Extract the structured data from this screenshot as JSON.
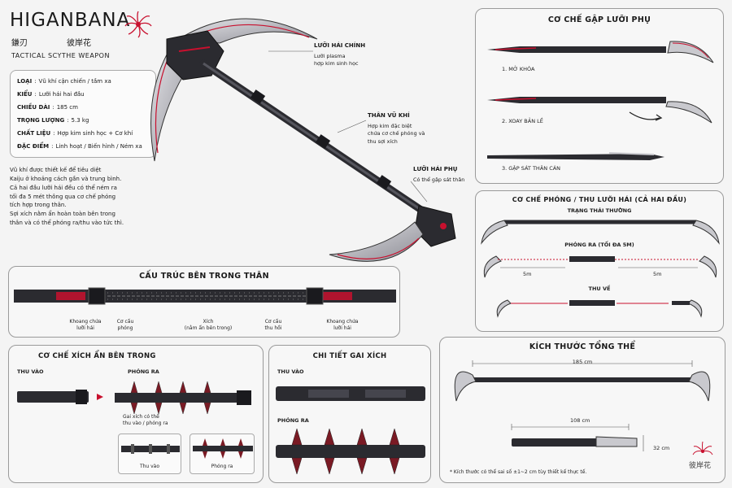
{
  "header": {
    "title": "HIGANBANA",
    "japanese_logo": "彼岸花",
    "sub_stylized": "鎌刃",
    "subtitle": "TACTICAL SCYTHE WEAPON"
  },
  "specs": [
    {
      "key": "LOẠI",
      "value": "Vũ khí cận chiến / tầm xa"
    },
    {
      "key": "KIỂU",
      "value": "Lưỡi hái hai đầu"
    },
    {
      "key": "CHIỀU DÀI",
      "value": "185 cm"
    },
    {
      "key": "TRỌNG LƯỢNG",
      "value": "5.3 kg"
    },
    {
      "key": "CHẤT LIỆU",
      "value": "Hợp kim sinh học + Cơ khí"
    },
    {
      "key": "ĐẶC ĐIỂM",
      "value": "Linh hoạt / Biến hình / Ném xa"
    }
  ],
  "description": [
    "Vũ khí được thiết kế để tiêu diệt",
    "Kaiju ở khoảng cách gần và trung bình.",
    "Cả hai đầu lưỡi hái đều có thể ném ra",
    "tối đa 5 mét thông qua cơ chế phóng",
    "tích hợp trong thân.",
    "Sợi xích nằm ẩn hoàn toàn bên trong",
    "thân và có thể phóng ra/thu vào tức thì."
  ],
  "callouts": {
    "main_blade": {
      "title": "LƯỠI HÁI CHÍNH",
      "lines": [
        "Lưỡi plasma",
        "hợp kim sinh học"
      ]
    },
    "body": {
      "title": "THÂN VŨ KHÍ",
      "lines": [
        "Hợp kim đặc biệt",
        "chứa cơ chế phóng và",
        "thu sợi xích"
      ]
    },
    "sub_blade": {
      "title": "LƯỠI HÁI PHỤ",
      "lines": [
        "Có thể gập sát thân"
      ]
    }
  },
  "fold_panel": {
    "title": "CƠ CHẾ GẬP LƯỠI PHỤ",
    "steps": [
      "1. MỞ KHÓA",
      "2. XOAY BẢN LỀ",
      "3. GẬP SÁT THÂN CÁN"
    ]
  },
  "launch_panel": {
    "title": "CƠ CHẾ PHÓNG / THU LƯỠI HÁI (CẢ HAI ĐẦU)",
    "normal": "TRẠNG THÁI THƯỜNG",
    "launch": "PHÓNG RA (TỐI ĐA 5M)",
    "retract": "THU VỀ",
    "dist_left": "5m",
    "dist_right": "5m"
  },
  "internal_panel": {
    "title": "CẤU TRÚC BÊN TRONG THÂN",
    "labels": [
      {
        "lines": [
          "Khoang chứa",
          "lưỡi hái"
        ]
      },
      {
        "lines": [
          "Cơ cấu",
          "phóng"
        ]
      },
      {
        "lines": [
          "Xích",
          "(nằm ẩn bên trong)"
        ]
      },
      {
        "lines": [
          "Cơ cấu",
          "thu hồi"
        ]
      },
      {
        "lines": [
          "Khoang chứa",
          "lưỡi hái"
        ]
      }
    ]
  },
  "chain_panel": {
    "title": "CƠ CHẾ XÍCH ẨN BÊN TRONG",
    "retracted": "THU VÀO",
    "extended": "PHÓNG RA",
    "note": [
      "Gai xích có thể",
      "thu vào / phóng ra"
    ],
    "thumb_left": "Thu vào",
    "thumb_right": "Phóng ra"
  },
  "spike_panel": {
    "title": "CHI TIẾT GAI XÍCH",
    "retracted": "THU VÀO",
    "extended": "PHÓNG RA"
  },
  "dims_panel": {
    "title": "KÍCH THƯỚC TỔNG THỂ",
    "length_total": "185 cm",
    "length_folded": "108 cm",
    "height_folded": "32 cm",
    "footnote": "* Kích thước có thể sai số ±1~2 cm tùy thiết kế thực tế.",
    "logo_text": "彼岸花"
  },
  "colors": {
    "accent_red": "#c8102e",
    "metal_dark": "#2b2b30",
    "metal_mid": "#4a4a52",
    "blade_light": "#d9d9dd"
  }
}
